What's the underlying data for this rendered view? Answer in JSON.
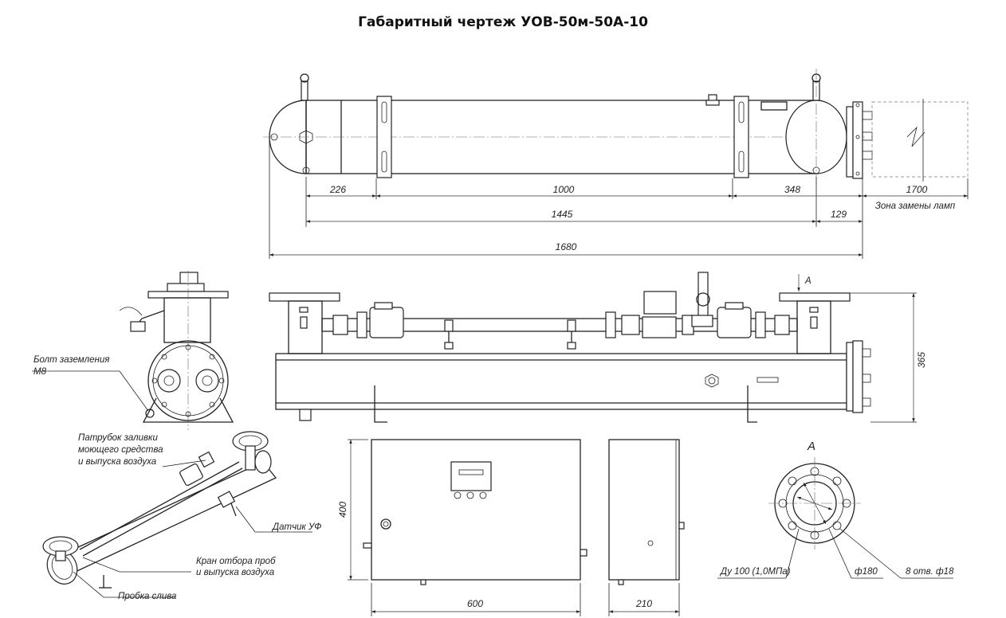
{
  "title": "Габаритный чертеж УОВ-50м-50А-10",
  "dimensions": {
    "d226": "226",
    "d1000": "1000",
    "d348": "348",
    "d1700": "1700",
    "d1445": "1445",
    "d129": "129",
    "d1680": "1680",
    "d365": "365",
    "d400": "400",
    "d600": "600",
    "d210": "210"
  },
  "labels": {
    "lamp_zone": "Зона замены ламп",
    "ground_bolt_1": "Болт заземления",
    "ground_bolt_2": "М8",
    "pipe_1": "Патрубок заливки",
    "pipe_2": "моющего средства",
    "pipe_3": "и выпуска воздуха",
    "uv_sensor": "Датчик УФ",
    "tap_1": "Кран отбора проб",
    "tap_2": "и выпуска воздуха",
    "drain_plug": "Пробка слива",
    "view_a": "А",
    "view_a_marker": "А",
    "du": "Ду 100 (1,0МПа)",
    "phi180": "ф180",
    "holes": "8 отв. ф18"
  }
}
